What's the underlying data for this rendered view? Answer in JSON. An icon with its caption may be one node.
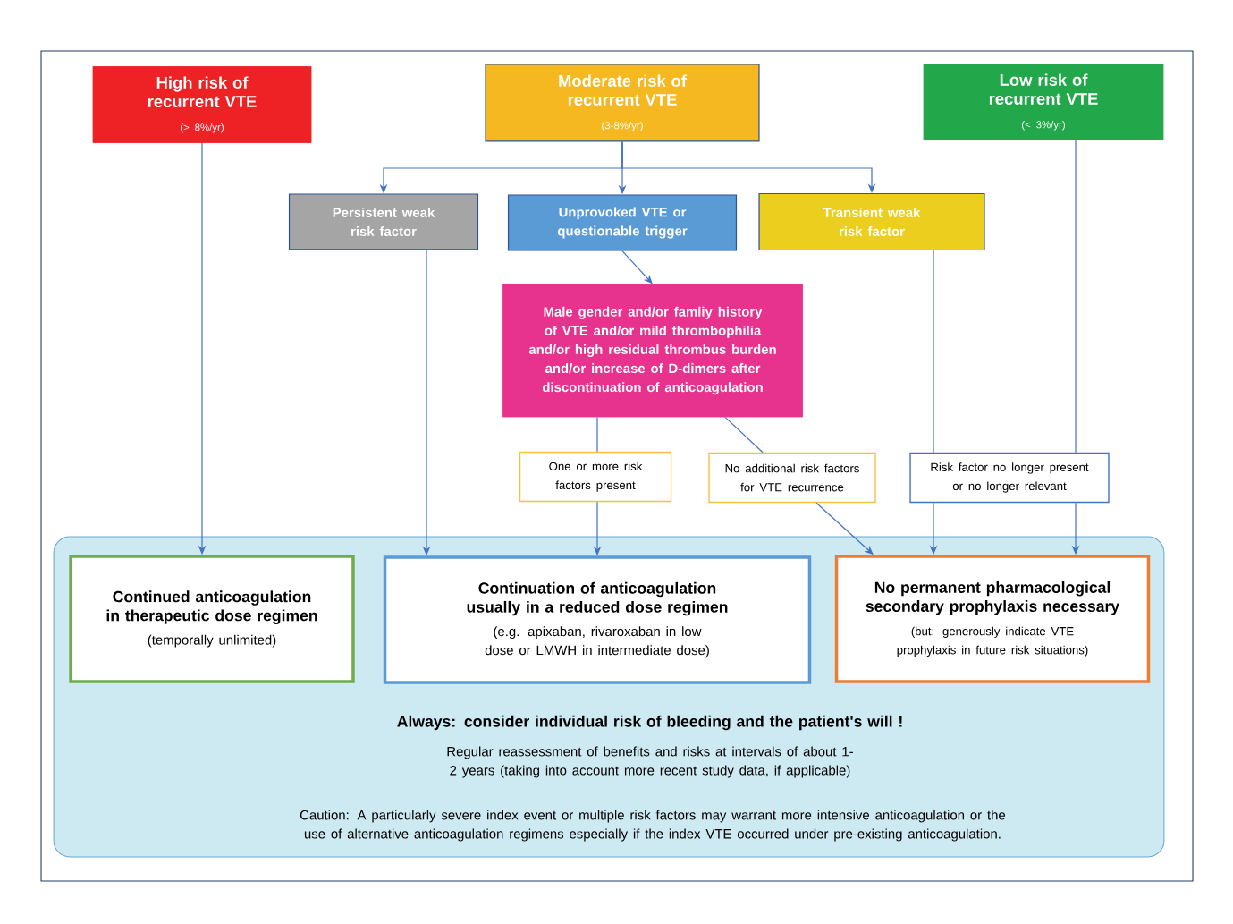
{
  "diagram": {
    "nodes": [
      {
        "text": [
          "High risk of recurrent VTE",
          "(> 8%/yr)"
        ]
      },
      {
        "text": [
          "Moderate risk of recurrent VTE",
          "(3-8%/yr)"
        ]
      },
      {
        "text": [
          "Low risk of recurrent VTE",
          "(< 3%/yr)"
        ]
      },
      {
        "text": [
          "Persistent weak risk factor"
        ]
      },
      {
        "text": [
          "Unprovoked VTE or questionable trigger"
        ]
      },
      {
        "text": [
          "Transient weak risk factor"
        ]
      },
      {
        "text": [
          "Male gender and/or famliy history of VTE and/or mild thrombophilia and/or high residual thrombus burden and/or increase of D-dimers after discontinuation of anticoagulation"
        ]
      },
      {
        "text": [
          "One or more risk factors present"
        ]
      },
      {
        "text": [
          "No additional risk factors for VTE recurrence"
        ]
      },
      {
        "text": [
          "Risk factor no longer present or no longer relevant"
        ]
      },
      {
        "text": [
          "Always: consider individual risk of bleeding and the patient's will !",
          "Regular reassessment of benefits and risks at intervals of about 1-2 years (taking into account more recent study data, if applicable)",
          "Caution: A particularly severe index event or multiple risk factors may warrant more intensive anticoagulation or the use of alternative anticoagulation regimens especially if the index VTE occurred under pre-existing anticoagulation."
        ]
      },
      {
        "text": [
          "Continued anticoagulation in therapeutic dose regimen",
          "(temporally unlimited)"
        ],
        "in": 10
      },
      {
        "text": [
          "Continuation of anticoagulation usually in a reduced dose regimen",
          "(e.g. apixaban, rivaroxaban in low dose or LMWH in intermediate dose)"
        ],
        "in": 10
      },
      {
        "text": [
          "No permanent pharmacological secondary prophylaxis necessary",
          "(but: generously indicate VTE prophylaxis in future risk situations)"
        ],
        "in": 10
      }
    ],
    "edges": [
      {
        "from": 0,
        "to": 11,
        "arrow": "to"
      },
      {
        "from": 1,
        "to": 3,
        "arrow": "to"
      },
      {
        "from": 1,
        "to": 4,
        "arrow": "to"
      },
      {
        "from": 1,
        "to": 5,
        "arrow": "to"
      },
      {
        "from": 3,
        "to": 12,
        "arrow": "to"
      },
      {
        "from": 4,
        "to": 6,
        "arrow": "to"
      },
      {
        "from": 6,
        "to": 7,
        "arrow": "none"
      },
      {
        "from": 6,
        "to": 8,
        "arrow": "none"
      },
      {
        "from": 7,
        "to": 12,
        "arrow": "to"
      },
      {
        "from": 8,
        "to": 13,
        "arrow": "to"
      },
      {
        "from": 5,
        "to": 9,
        "arrow": "none"
      },
      {
        "from": 9,
        "to": 13,
        "arrow": "to"
      },
      {
        "from": 2,
        "to": 9,
        "arrow": "none"
      },
      {
        "from": 9,
        "to": 13,
        "arrow": "to"
      }
    ]
  }
}
